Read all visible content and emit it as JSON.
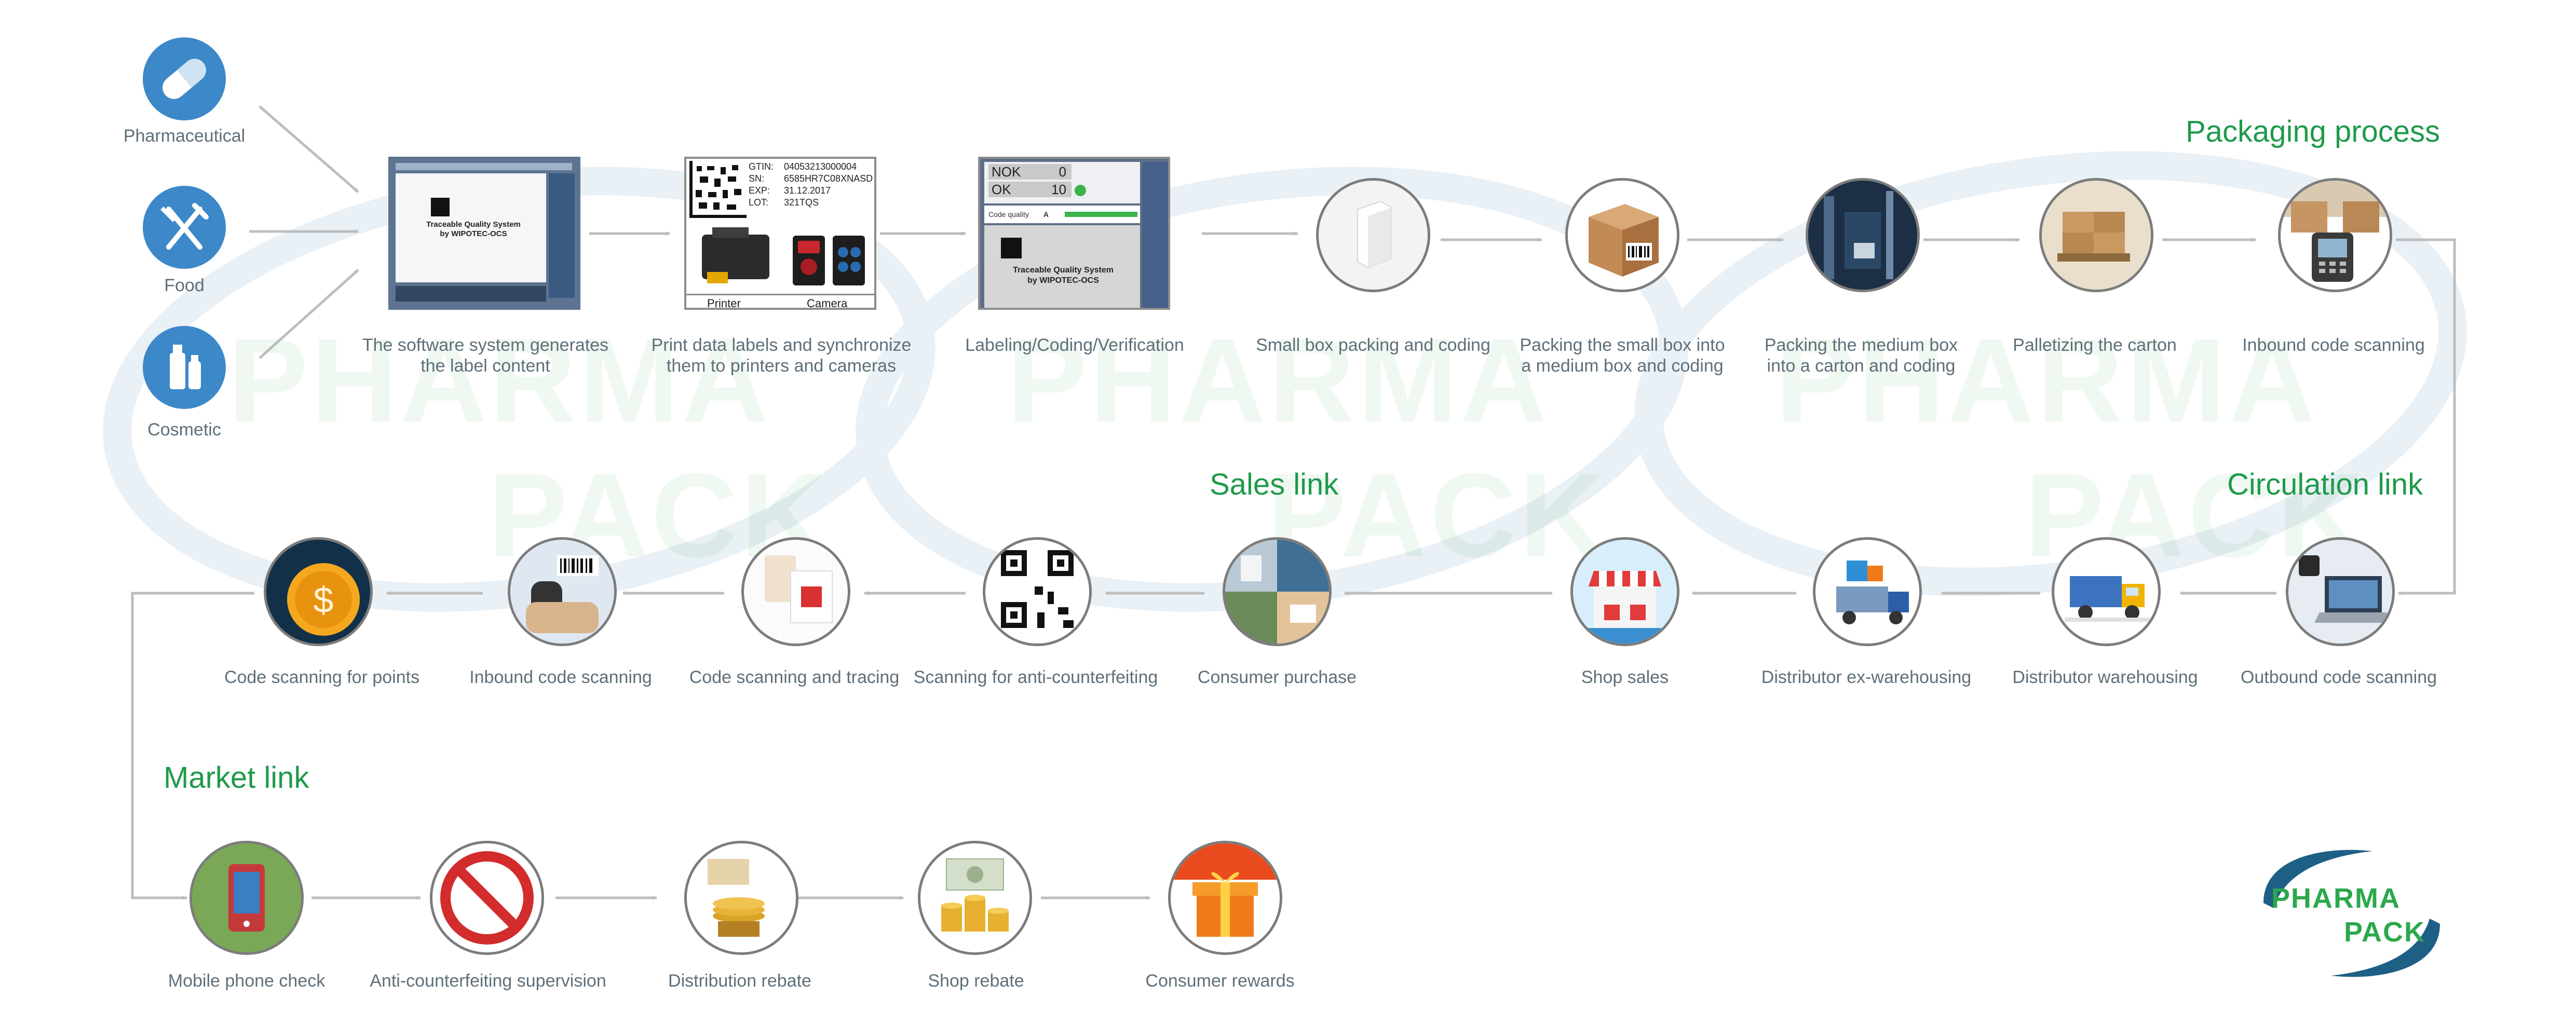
{
  "colors": {
    "title_green": "#1f9a4b",
    "label_gray": "#5e6f7a",
    "connector_gray": "#bdbdbd",
    "industry_blue": "#3c88c8",
    "logo_green": "#2ca84c",
    "logo_blue": "#1e5f86"
  },
  "sections": {
    "packaging": "Packaging process",
    "sales": "Sales link",
    "circulation": "Circulation link",
    "market": "Market link"
  },
  "industries": [
    {
      "label": "Pharmaceutical",
      "icon": "pill-capsule-icon"
    },
    {
      "label": "Food",
      "icon": "fork-knife-icon"
    },
    {
      "label": "Cosmetic",
      "icon": "cosmetic-bottle-icon"
    }
  ],
  "row1": [
    {
      "label": [
        "The software system generates",
        "the label content"
      ]
    },
    {
      "label": [
        "Print data labels and synchronize",
        "them to printers and cameras"
      ]
    },
    {
      "label": [
        "Labeling/Coding/Verification"
      ]
    },
    {
      "label": [
        "Small box packing and coding"
      ]
    },
    {
      "label": [
        "Packing the small box into",
        "a medium box and coding"
      ]
    },
    {
      "label": [
        "Packing the medium box",
        "into a carton and coding"
      ]
    },
    {
      "label": [
        "Palletizing the carton"
      ]
    },
    {
      "label": [
        "Inbound code scanning"
      ]
    }
  ],
  "row2": [
    {
      "label": "Outbound code scanning"
    },
    {
      "label": "Distributor warehousing"
    },
    {
      "label": "Distributor ex-warehousing"
    },
    {
      "label": "Shop sales"
    },
    {
      "label": "Consumer purchase"
    },
    {
      "label": "Scanning for anti-counterfeiting"
    },
    {
      "label": "Code scanning and tracing"
    },
    {
      "label": "Inbound code scanning"
    },
    {
      "label": "Code scanning for points"
    }
  ],
  "row3": [
    {
      "label": "Mobile phone check"
    },
    {
      "label": "Anti-counterfeiting supervision"
    },
    {
      "label": "Distribution rebate"
    },
    {
      "label": "Shop rebate"
    },
    {
      "label": "Consumer rewards"
    }
  ],
  "screen1": {
    "line1": "Traceable Quality System",
    "line2": "by WIPOTEC-OCS"
  },
  "label_card": {
    "rows": [
      {
        "key": "GTIN:",
        "val": "04053213000004"
      },
      {
        "key": "SN:",
        "val": "6585HR7C08XNASD"
      },
      {
        "key": "EXP:",
        "val": "31.12.2017"
      },
      {
        "key": "LOT:",
        "val": "321TQS"
      }
    ],
    "printer": "Printer",
    "camera": "Camera"
  },
  "screen3": {
    "nok": "NOK",
    "nok_val": "0",
    "ok": "OK",
    "ok_val": "10",
    "quality": "Code quality",
    "grade": "A",
    "line1": "Traceable Quality System",
    "line2": "by WIPOTEC-OCS"
  },
  "watermark": {
    "word1": "PHARMA",
    "word2": "PACK"
  },
  "logo": {
    "line1": "PHARMA",
    "line2": "PACK"
  }
}
